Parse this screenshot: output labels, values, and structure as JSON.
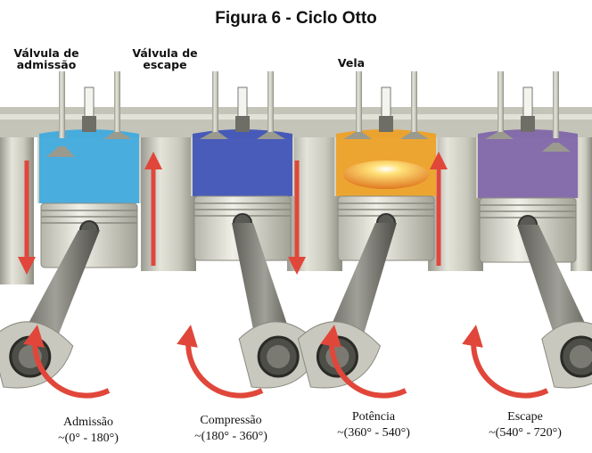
{
  "title": "Figura 6 - Ciclo Otto",
  "labels": {
    "intake_valve": [
      "Válvula de",
      "admissão"
    ],
    "exhaust_valve": [
      "Válvula de",
      "escape"
    ],
    "spark_plug": "Vela"
  },
  "stages": [
    {
      "name": "Admissão",
      "range": "~(0° - 180°)",
      "charge_color": "#3aa9e0",
      "piston_motion": "down"
    },
    {
      "name": "Compressão",
      "range": "~(180° - 360°)",
      "charge_color": "#3a4fb8",
      "piston_motion": "up"
    },
    {
      "name": "Potência",
      "range": "~(360° - 540°)",
      "charge_color": "#f0a020",
      "piston_motion": "down"
    },
    {
      "name": "Escape",
      "range": "~(540° - 720°)",
      "charge_color": "#7d62a8",
      "piston_motion": "up"
    }
  ],
  "colors": {
    "arrow": "#e0473a",
    "metal_light": "#d6d6cc",
    "metal_dark": "#7a7a72",
    "head": "#bfbfb4"
  }
}
